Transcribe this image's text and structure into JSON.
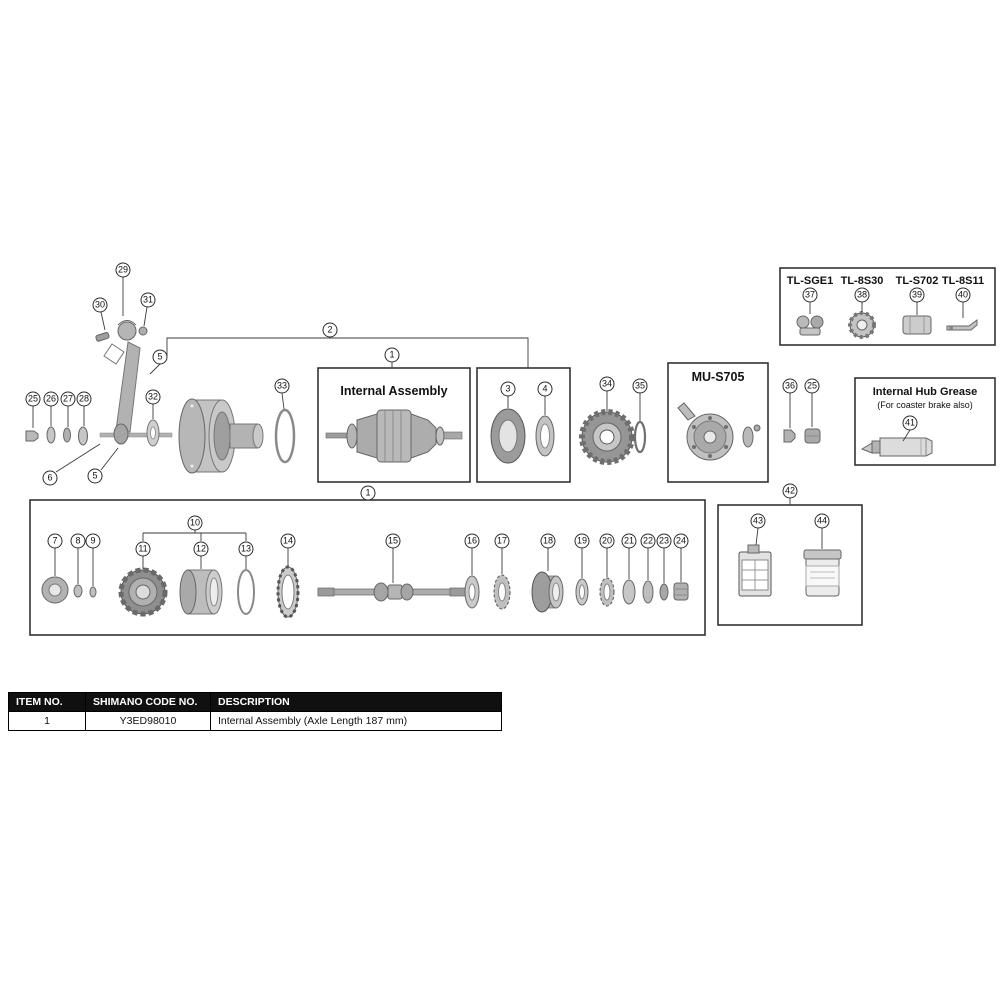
{
  "diagram": {
    "tool_labels": [
      {
        "name": "TL-SGE1",
        "callout": "37"
      },
      {
        "name": "TL-8S30",
        "callout": "38"
      },
      {
        "name": "TL-S702",
        "callout": "39"
      },
      {
        "name": "TL-8S11",
        "callout": "40"
      }
    ],
    "internal_assembly_label": "Internal Assembly",
    "mu_s705_label": "MU-S705",
    "hub_grease_title": "Internal Hub Grease",
    "hub_grease_subtitle": "(For coaster brake also)",
    "callouts": {
      "c1": "1",
      "c2": "2",
      "c3": "3",
      "c4": "4",
      "c5": "5",
      "c6": "6",
      "c7": "7",
      "c8": "8",
      "c9": "9",
      "c10": "10",
      "c11": "11",
      "c12": "12",
      "c13": "13",
      "c14": "14",
      "c15": "15",
      "c16": "16",
      "c17": "17",
      "c18": "18",
      "c19": "19",
      "c20": "20",
      "c21": "21",
      "c22": "22",
      "c23": "23",
      "c24": "24",
      "c25": "25",
      "c26": "26",
      "c27": "27",
      "c28": "28",
      "c29": "29",
      "c30": "30",
      "c31": "31",
      "c32": "32",
      "c33": "33",
      "c34": "34",
      "c35": "35",
      "c36": "36",
      "c37": "37",
      "c38": "38",
      "c39": "39",
      "c40": "40",
      "c41": "41",
      "c42": "42",
      "c43": "43",
      "c44": "44"
    }
  },
  "table": {
    "headers": {
      "item": "ITEM NO.",
      "code": "SHIMANO CODE NO.",
      "description": "DESCRIPTION"
    },
    "rows": [
      {
        "item": "1",
        "code": "Y3ED98010",
        "description": "Internal Assembly (Axle Length 187 mm)"
      }
    ]
  },
  "colors": {
    "line": "#3a3a3a",
    "box_border": "#333333",
    "part_fill": "#bdbdbd",
    "table_header_bg": "#101010"
  }
}
